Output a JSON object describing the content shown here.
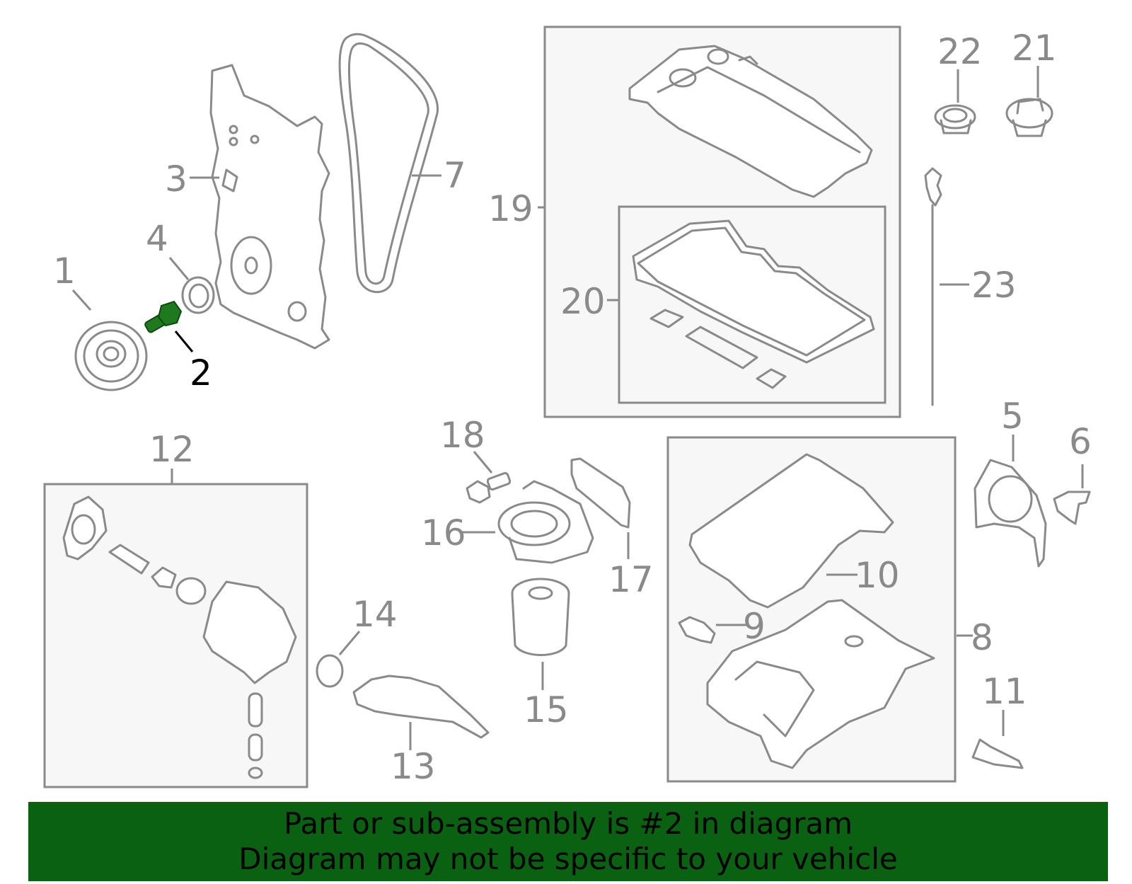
{
  "callouts": {
    "c1": "1",
    "c2": "2",
    "c3": "3",
    "c4": "4",
    "c5": "5",
    "c6": "6",
    "c7": "7",
    "c8": "8",
    "c9": "9",
    "c10": "10",
    "c11": "11",
    "c12": "12",
    "c13": "13",
    "c14": "14",
    "c15": "15",
    "c16": "16",
    "c17": "17",
    "c18": "18",
    "c19": "19",
    "c20": "20",
    "c21": "21",
    "c22": "22",
    "c23": "23"
  },
  "highlight": {
    "part": "2",
    "color": "#1f7a1f"
  },
  "banner": {
    "line1": "Part or sub-assembly is #2 in diagram",
    "line2": "Diagram may not be specific to your vehicle",
    "color": "#0b6112"
  },
  "colors": {
    "line": "#8a8a8a",
    "selected_label": "#000000"
  }
}
